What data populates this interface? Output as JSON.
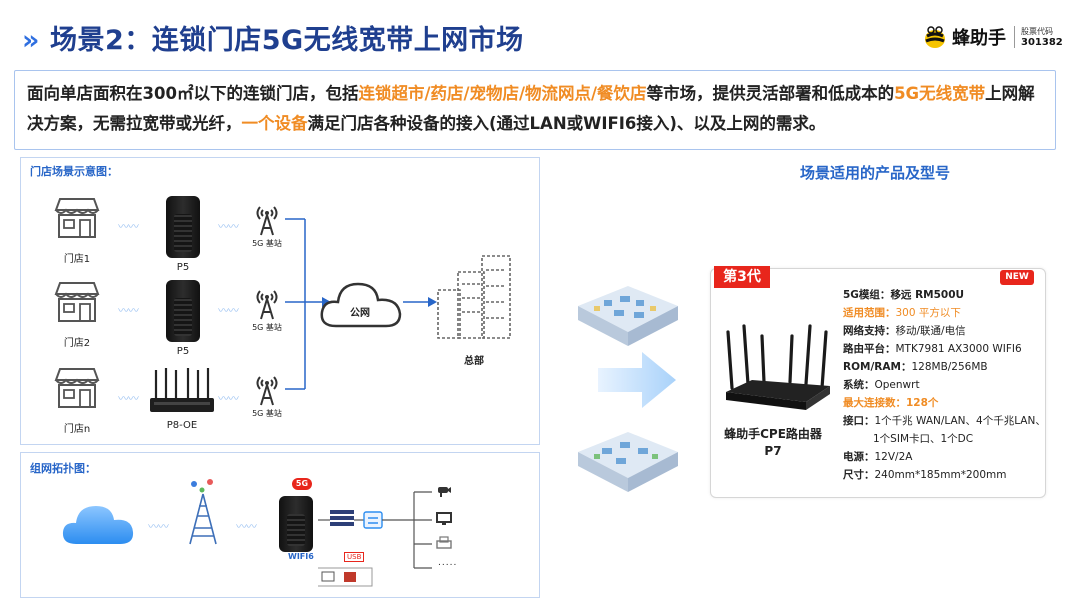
{
  "header": {
    "chevron": "»",
    "title": "场景2：连锁门店5G无线宽带上网市场",
    "brand_name": "蜂助手",
    "stock_label": "股票代码",
    "stock_code": "301382"
  },
  "intro": {
    "p1": "面向单店面积在300㎡以下的连锁门店，包括",
    "h1": "连锁超市/药店/宠物店/物流网点/餐饮店",
    "p2": "等市场，提供灵活部署和低成本的",
    "h2": "5G无线宽带",
    "p3": "上网解决方案，无需拉宽带或光纤，",
    "h3": "一个设备",
    "p4": "满足门店各种设备的接入(通过LAN或WIFI6接入)、以及上网的需求。"
  },
  "store_diagram": {
    "label": "门店场景示意图：",
    "stores": [
      "门店1",
      "门店2",
      "门店n"
    ],
    "devices": [
      "P5",
      "P5",
      "P8-OE"
    ],
    "station_label": "5G 基站",
    "cloud_label": "公网",
    "hq_label": "总部"
  },
  "topology": {
    "label": "组网拓扑图：",
    "badge_5g": "5G",
    "wifi_label": "WIFI6",
    "usb_label": "USB",
    "more": "....."
  },
  "products": {
    "title": "场景适用的产品及型号",
    "gen_badge": "第3代",
    "new_badge": "NEW",
    "product_name_line1": "蜂助手CPE路由器",
    "product_name_line2": "P7",
    "specs": [
      {
        "k": "5G模组：",
        "v": "移远 RM500U",
        "bold_v": true,
        "orange": false
      },
      {
        "k": "适用范围：",
        "v": "300 平方以下",
        "bold_v": false,
        "orange": true
      },
      {
        "k": "网络支持：",
        "v": "移动/联通/电信",
        "bold_v": false,
        "orange": false
      },
      {
        "k": "路由平台：",
        "v": "MTK7981 AX3000  WIFI6",
        "bold_v": false,
        "orange": false
      },
      {
        "k": "ROM/RAM：",
        "v": "128MB/256MB",
        "bold_v": false,
        "orange": false
      },
      {
        "k": "系统：",
        "v": "Openwrt",
        "bold_v": false,
        "orange": false
      },
      {
        "k": "最大连接数：",
        "v": "128个",
        "bold_v": true,
        "orange": true
      },
      {
        "k": "接口：",
        "v": "1个千兆 WAN/LAN、4个千兆LAN、",
        "bold_v": false,
        "orange": false
      },
      {
        "k": "",
        "v": "1个SIM卡口、1个DC",
        "bold_v": false,
        "orange": false
      },
      {
        "k": "电源：",
        "v": "12V/2A",
        "bold_v": false,
        "orange": false
      },
      {
        "k": "尺寸：",
        "v": "240mm*185mm*200mm",
        "bold_v": false,
        "orange": false
      }
    ]
  },
  "colors": {
    "title_blue": "#1f3f8f",
    "accent_blue": "#2866c8",
    "highlight_orange": "#f08c24",
    "badge_red": "#e8261c"
  }
}
